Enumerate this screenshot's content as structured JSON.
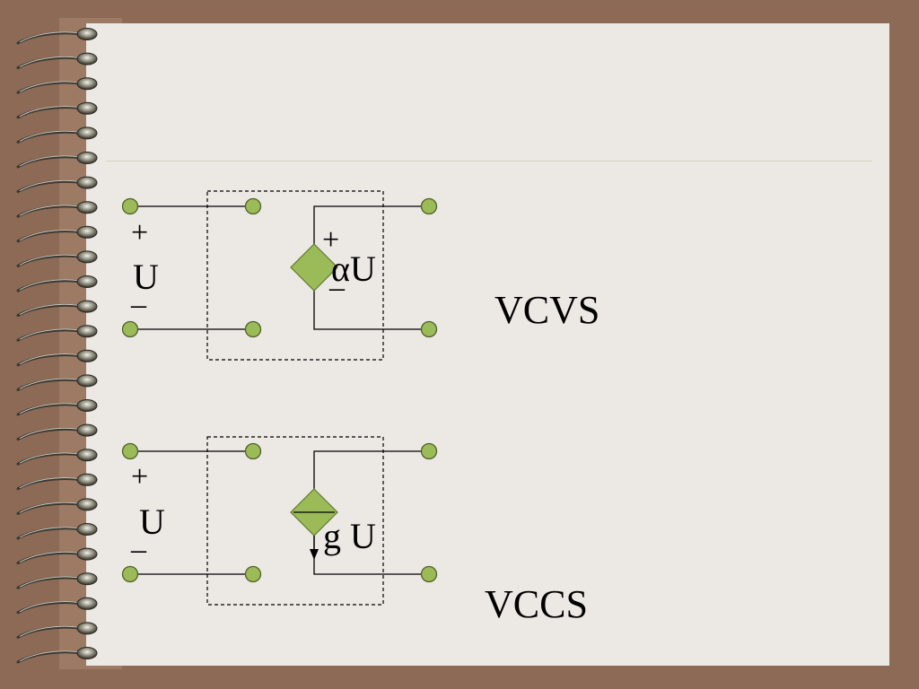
{
  "circuits": [
    {
      "id": "vcvs",
      "input_plus": "+",
      "input_label": "U",
      "input_minus": "–",
      "source_plus": "+",
      "source_label": "αU",
      "source_minus": "–",
      "name": "VCVS"
    },
    {
      "id": "vccs",
      "input_plus": "+",
      "input_label": "U",
      "input_minus": "–",
      "source_label": "g U",
      "name": "VCCS"
    }
  ],
  "colors": {
    "frame": "#8c6a55",
    "page": "#ece8e4",
    "terminal": "#9bbb59",
    "source": "#9bbb59",
    "wire": "#000000",
    "separator": "#d6d3be"
  },
  "icons": {
    "binding": "spiral-ring-icon",
    "terminal": "terminal-node-icon",
    "source": "diamond-source-icon"
  }
}
